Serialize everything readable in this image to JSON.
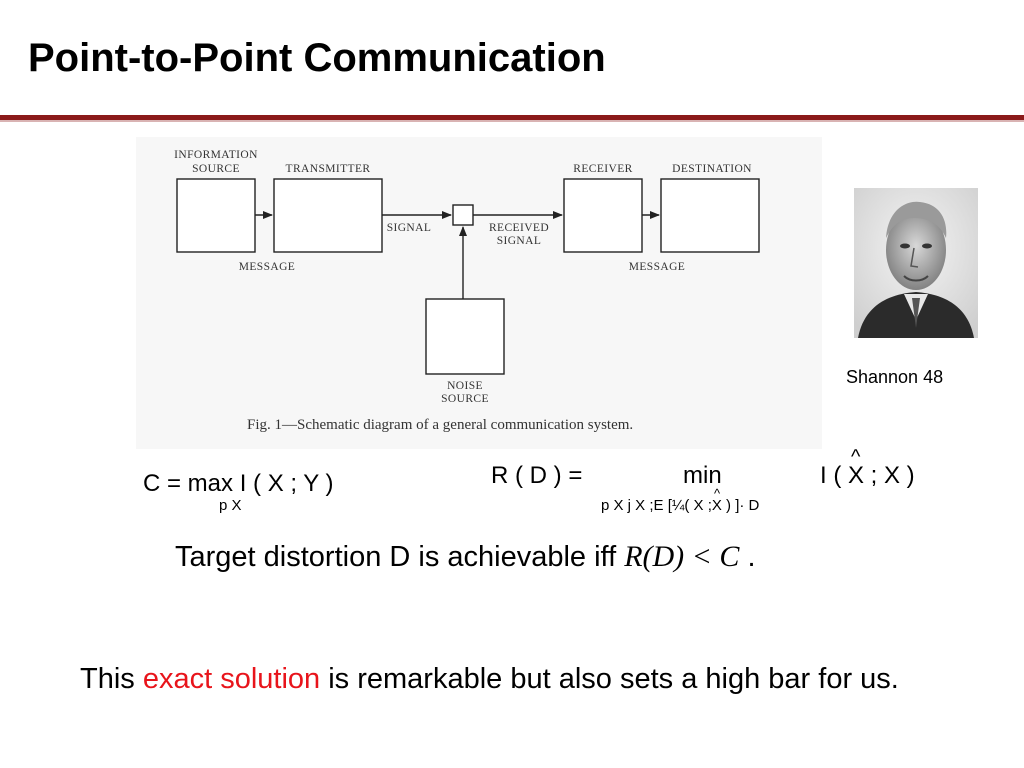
{
  "slide": {
    "title": "Point-to-Point Communication"
  },
  "diagram": {
    "labels": {
      "information_source_line1": "INFORMATION",
      "information_source_line2": "SOURCE",
      "transmitter": "TRANSMITTER",
      "receiver": "RECEIVER",
      "destination": "DESTINATION",
      "signal": "SIGNAL",
      "received_signal_line1": "RECEIVED",
      "received_signal_line2": "SIGNAL",
      "message_left": "MESSAGE",
      "message_right": "MESSAGE",
      "noise_source_line1": "NOISE",
      "noise_source_line2": "SOURCE"
    },
    "caption": "Fig. 1—Schematic diagram of a general communication system."
  },
  "photo": {
    "credit": "Shannon 48"
  },
  "formulas": {
    "capacity": "C = max I ( X ; Y )",
    "capacity_subscript": "p X",
    "rate_distortion_lhs": "R ( D ) =",
    "rate_distortion_min": "min",
    "rate_distortion_rhs": "I ( X ; X )",
    "rate_distortion_hat": "^",
    "rate_distortion_subscript": "p X  j X  ;E [¼( X  ;X ) ]·  D",
    "rate_distortion_sub_hat": "^"
  },
  "statement": {
    "prefix": "Target distortion D is achievable iff ",
    "math": "R(D) < C",
    "suffix": " ."
  },
  "closing": {
    "part1": "This ",
    "highlight": "exact solution",
    "part2": " is remarkable but also sets a high bar for us."
  },
  "colors": {
    "accent_rule": "#8b1a1a",
    "highlight_text": "#e8141b"
  }
}
